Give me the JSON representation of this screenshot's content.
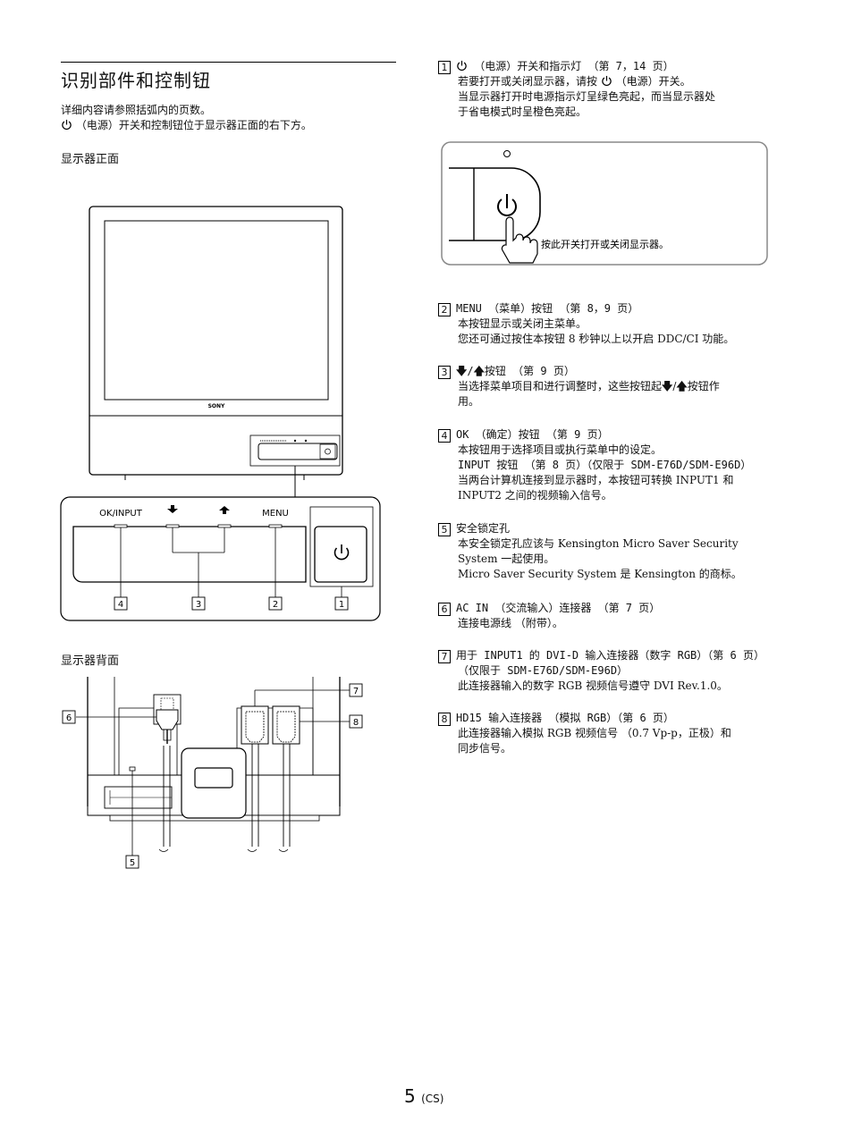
{
  "section": {
    "title": "识别部件和控制钮",
    "intro_line1": "详细内容请参照括弧内的页数。",
    "intro_line2": "（电源）开关和控制钮位于显示器正面的右下方。"
  },
  "front": {
    "heading": "显示器正面",
    "brand": "SONY",
    "strip_labels": [
      "OK/INPUT",
      "MENU"
    ],
    "labels": {
      "ok_input": "OK/INPUT",
      "menu": "MENU"
    },
    "callouts": [
      "4",
      "3",
      "2",
      "1"
    ]
  },
  "rear": {
    "heading": "显示器背面",
    "callouts": [
      "6",
      "5",
      "7",
      "8"
    ]
  },
  "inset": {
    "caption": "按此开关打开或关闭显示器。"
  },
  "items": [
    {
      "num": "1",
      "head": "（电源）开关和指示灯 （第 7，14 页）",
      "lines": [
        "若要打开或关闭显示器，请按",
        "（电源）开关。",
        "当显示器打开时电源指示灯呈绿色亮起，而当显示器处",
        "于省电模式时呈橙色亮起。"
      ]
    },
    {
      "num": "2",
      "head": "MENU （菜单）按钮 （第 8，9 页）",
      "lines": [
        "本按钮显示或关闭主菜单。",
        "您还可通过按住本按钮 8 秒钟以上以开启 DDC/CI 功能。"
      ]
    },
    {
      "num": "3",
      "head": "按钮 （第 9 页）",
      "lines": [
        "当选择菜单项目和进行调整时，这些按钮起",
        "按钮作",
        "用。"
      ]
    },
    {
      "num": "4",
      "head": "OK （确定）按钮 （第 9 页）",
      "lines": [
        "本按钮用于选择项目或执行菜单中的设定。",
        "INPUT 按钮 （第 8 页）（仅限于 SDM-E76D/SDM-E96D）",
        "当两台计算机连接到显示器时，本按钮可转换 INPUT1 和",
        "INPUT2 之间的视频输入信号。"
      ]
    },
    {
      "num": "5",
      "head": "安全锁定孔",
      "lines": [
        "本安全锁定孔应该与 Kensington Micro Saver Security",
        "System 一起使用。",
        "Micro Saver Security System 是 Kensington 的商标。"
      ]
    },
    {
      "num": "6",
      "head": "AC IN （交流输入）连接器 （第 7 页）",
      "lines": [
        "连接电源线 （附带）。"
      ]
    },
    {
      "num": "7",
      "head": "用于 INPUT1 的 DVI-D 输入连接器（数字 RGB）（第 6 页）",
      "lines": [
        "（仅限于 SDM-E76D/SDM-E96D）",
        "此连接器输入的数字 RGB 视频信号遵守 DVI Rev.1.0。"
      ]
    },
    {
      "num": "8",
      "head": "HD15 输入连接器 （模拟 RGB）（第 6 页）",
      "lines": [
        "此连接器输入模拟 RGB 视频信号 （0.7 Vp-p，正极）和",
        "同步信号。"
      ]
    }
  ],
  "page": {
    "number": "5",
    "suffix": "(CS)"
  }
}
